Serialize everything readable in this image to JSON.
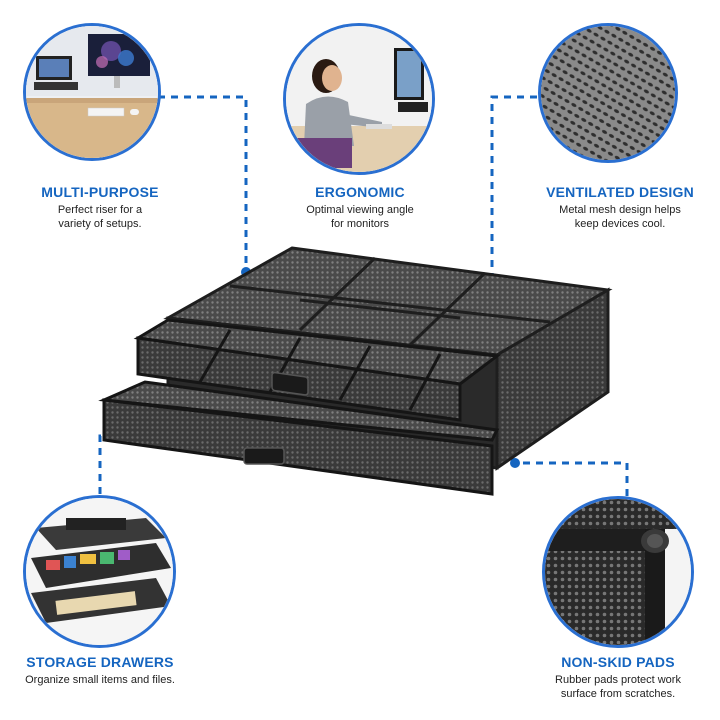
{
  "features": [
    {
      "id": "multi-purpose",
      "title": "MULTI-PURPOSE",
      "lines": [
        "Perfect riser for a",
        "variety of setups."
      ],
      "icon": "desk-setup-photo"
    },
    {
      "id": "ergonomic",
      "title": "ERGONOMIC",
      "lines": [
        "Optimal viewing angle",
        "for monitors"
      ],
      "icon": "woman-at-monitor-photo"
    },
    {
      "id": "ventilated",
      "title": "VENTILATED DESIGN",
      "lines": [
        "Metal mesh design helps",
        "keep devices cool."
      ],
      "icon": "mesh-closeup-photo"
    },
    {
      "id": "storage",
      "title": "STORAGE DRAWERS",
      "lines": [
        "Organize small items and files."
      ],
      "icon": "drawer-contents-photo"
    },
    {
      "id": "non-skid",
      "title": "NON-SKID PADS",
      "lines": [
        "Rubber pads protect work",
        "surface from scratches."
      ],
      "icon": "rubber-pad-closeup-photo"
    }
  ],
  "colors": {
    "accent": "#1565c0",
    "ring": "#2a6fd1",
    "product": "#2b2b2b",
    "mesh": "#4a4a4a"
  }
}
